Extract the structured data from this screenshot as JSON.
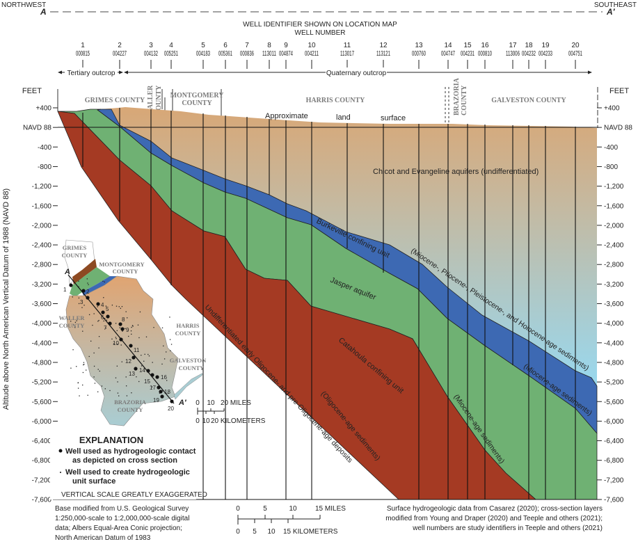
{
  "header": {
    "northwest": "NORTHWEST",
    "southeast": "SOUTHEAST",
    "section_start": "A",
    "section_end": "A′",
    "well_identifier_title": "WELL IDENTIFIER SHOWN ON LOCATION MAP",
    "well_number_title": "WELL NUMBER",
    "tertiary_outcrop": "Tertiary outcrop",
    "quaternary_outcrop": "Quaternary outcrop"
  },
  "wells": [
    {
      "number": "1",
      "id": "000815"
    },
    {
      "number": "2",
      "id": "004227"
    },
    {
      "number": "3",
      "id": "004132"
    },
    {
      "number": "4",
      "id": "005251"
    },
    {
      "number": "5",
      "id": "004183"
    },
    {
      "number": "6",
      "id": "005361"
    },
    {
      "number": "7",
      "id": "000836"
    },
    {
      "number": "8",
      "id": "113011"
    },
    {
      "number": "9",
      "id": "004874"
    },
    {
      "number": "10",
      "id": "004211"
    },
    {
      "number": "11",
      "id": "113017"
    },
    {
      "number": "12",
      "id": "113121"
    },
    {
      "number": "13",
      "id": "000760"
    },
    {
      "number": "14",
      "id": "004747"
    },
    {
      "number": "15",
      "id": "004231"
    },
    {
      "number": "16",
      "id": "000810"
    },
    {
      "number": "17",
      "id": "113006"
    },
    {
      "number": "18",
      "id": "004232"
    },
    {
      "number": "19",
      "id": "004233"
    },
    {
      "number": "20",
      "id": "004751"
    }
  ],
  "axis": {
    "unit": "FEET",
    "title": "Altitude above North American Vertical Datum of 1988 (NAVD 88)",
    "ticks": [
      "+400",
      "NAVD 88",
      "-400",
      "-800",
      "-1,200",
      "-1,600",
      "-2,000",
      "-2,400",
      "-2,800",
      "-3,200",
      "-3,600",
      "-4,000",
      "-4,400",
      "-4,800",
      "-5,200",
      "-5,600",
      "-6,000",
      "-6,400",
      "-6,800",
      "-7,200",
      "-7,600"
    ]
  },
  "counties": {
    "grimes": "GRIMES COUNTY",
    "waller_1": "WALLER",
    "waller_2": "COUNTY",
    "montgomery_1": "MONTGOMERY",
    "montgomery_2": "COUNTY",
    "harris": "HARRIS COUNTY",
    "brazoria_1": "BRAZORIA",
    "brazoria_2": "COUNTY",
    "galveston": "GALVESTON COUNTY"
  },
  "section_labels": {
    "land_1": "Approximate",
    "land_2": "land",
    "land_3": "surface",
    "chicot": "Chicot and Evangeline aquifers (undifferentiated)",
    "chicot_age": "(Miocene-, Pliocene-, Pleistocene-, and Holocene-age sediments)",
    "burkeville": "Burkeville   confining   unit",
    "burkeville_age": "(Miocene-age sediments)",
    "jasper": "Jasper aquifer",
    "jasper_age": "(Miocene-age sediments)",
    "catahoula": "Catahoula confining unit",
    "catahoula_age": "(Oligocene-age sediments)",
    "undiff": "Undifferentiated early Oligocene- and pre-Oligocene-age deposits"
  },
  "inset_map": {
    "grimes_1": "GRIMES",
    "grimes_2": "COUNTY",
    "montgomery_1": "MONTGOMERY",
    "montgomery_2": "COUNTY",
    "waller_1": "WALLER",
    "waller_2": "COUNTY",
    "harris_1": "HARRIS",
    "harris_2": "COUNTY",
    "galveston_1": "GALVESTON",
    "galveston_2": "COUNTY",
    "brazoria_1": "BRAZORIA",
    "brazoria_2": "COUNTY",
    "a": "A",
    "a_prime": "A′",
    "scale_miles": [
      "0",
      "10",
      "20 MILES"
    ],
    "scale_km": [
      "0",
      "10",
      "20 KILOMETERS"
    ]
  },
  "explanation": {
    "title": "EXPLANATION",
    "item1_a": "Well used as hydrogeologic contact",
    "item1_b": "as depicted on cross section",
    "item2_a": "Well used to create hydrogeologic",
    "item2_b": "unit surface",
    "vertical_scale": "VERTICAL SCALE GREATLY EXAGGERATED"
  },
  "footer": {
    "base_1": "Base modified from U.S. Geological Survey",
    "base_2": "1:250,000-scale to 1:2,000,000-scale digital",
    "base_3": "data; Albers Equal-Area Conic projection;",
    "base_4": "North American Datum of 1983",
    "scale_miles": [
      "0",
      "5",
      "10",
      "15 MILES"
    ],
    "scale_km": [
      "0",
      "5",
      "10",
      "15 KILOMETERS"
    ],
    "source_1": "Surface hydrogeologic data from Casarez (2020); cross-section layers",
    "source_2": "modified from Young and Draper (2020) and Teeple and others (2021);",
    "source_3": "well numbers are study identifiers in Teeple and others (2021)"
  },
  "colors": {
    "chicot_top": "#d8a776",
    "chicot_bottom": "#98d8ef",
    "burkeville": "#3d69b3",
    "jasper": "#6fb173",
    "catahoula": "#a53a23"
  }
}
